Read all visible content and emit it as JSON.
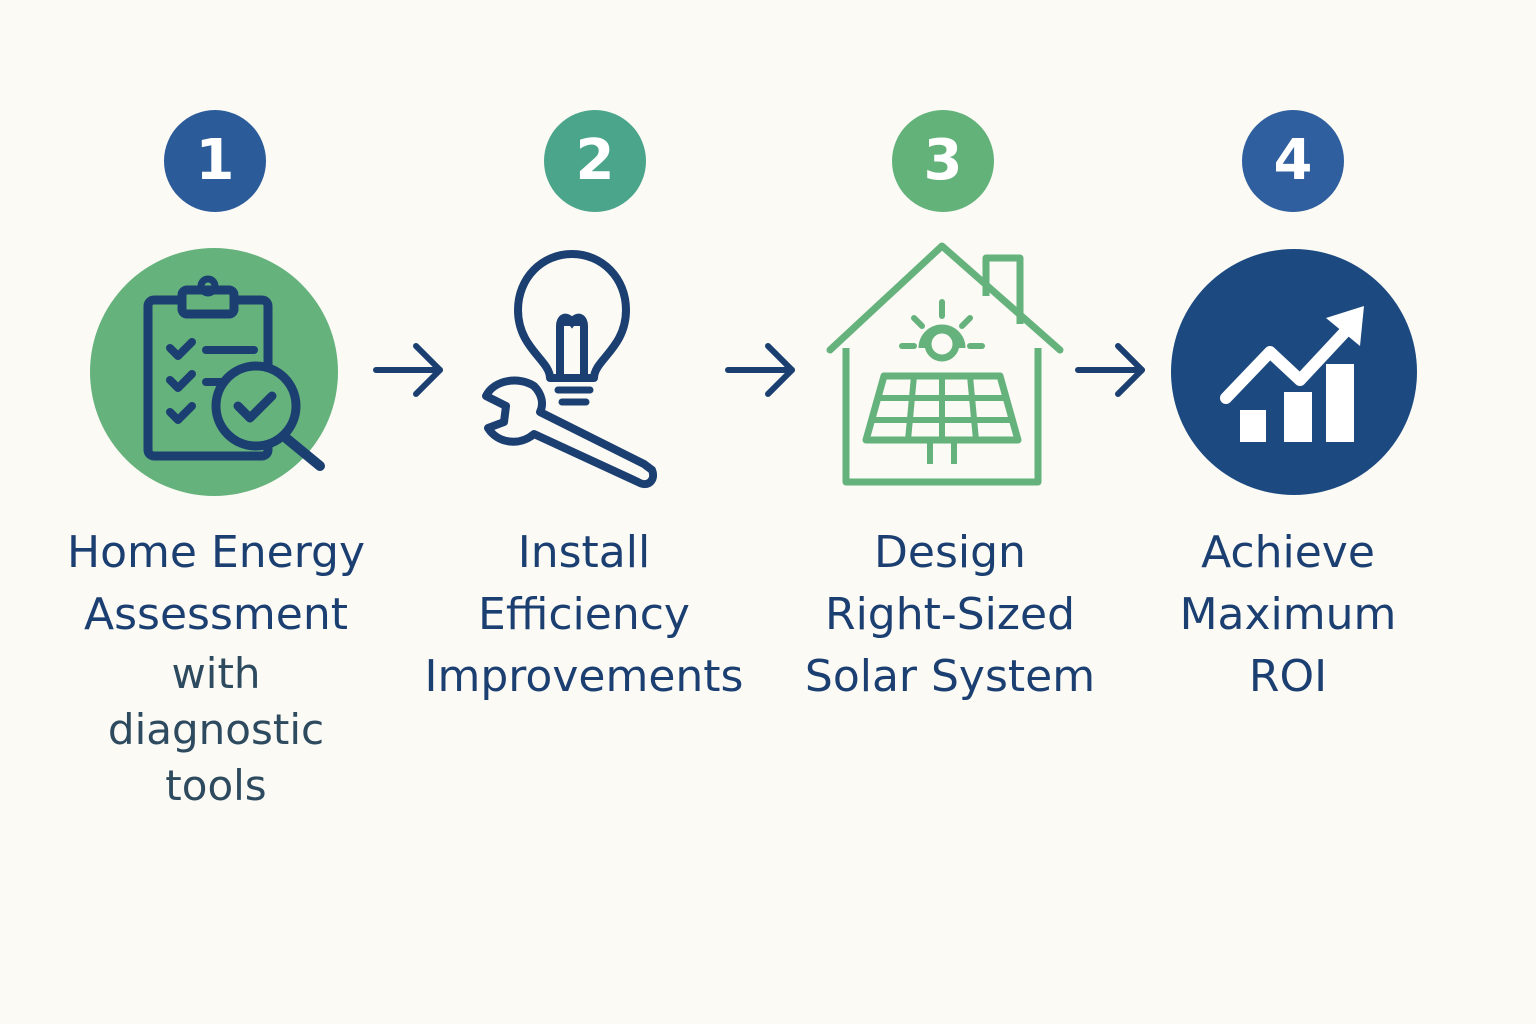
{
  "steps": [
    {
      "number": "1",
      "badge_color": "#2c5b9a",
      "icon": "clipboard-checklist-magnifier-icon",
      "title_lines": [
        "Home Energy",
        "Assessment"
      ],
      "subtitle_lines": [
        "with",
        "diagnostic",
        "tools"
      ]
    },
    {
      "number": "2",
      "badge_color": "#4aa58b",
      "icon": "lightbulb-wrench-icon",
      "title_lines": [
        "Install",
        "Efficiency",
        "Improvements"
      ]
    },
    {
      "number": "3",
      "badge_color": "#62b27a",
      "icon": "house-solar-panel-icon",
      "title_lines": [
        "Design",
        "Right-Sized",
        "Solar System"
      ]
    },
    {
      "number": "4",
      "badge_color": "#2f5f9e",
      "icon": "growth-chart-arrow-icon",
      "title_lines": [
        "Achieve",
        "Maximum",
        "ROI"
      ]
    }
  ],
  "colors": {
    "navy": "#1c3f72",
    "green": "#66b27c",
    "background": "#fbfaf5"
  }
}
